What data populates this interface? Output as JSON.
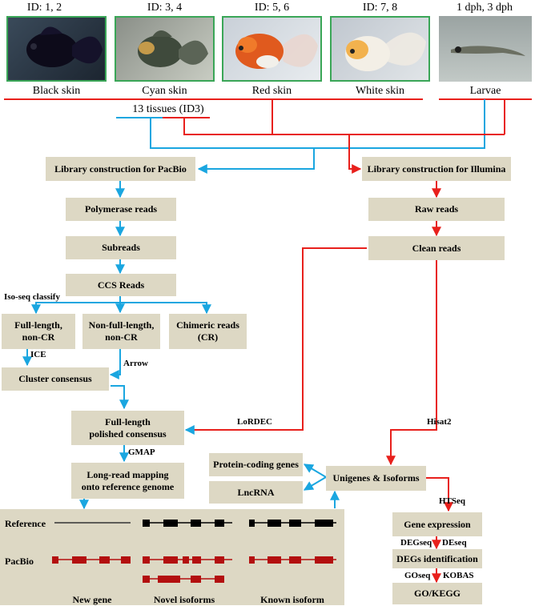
{
  "samples": [
    {
      "id": "ID: 1, 2",
      "label": "Black skin",
      "icon": "black-goldfish-photo"
    },
    {
      "id": "ID: 3, 4",
      "label": "Cyan skin",
      "icon": "cyan-goldfish-photo"
    },
    {
      "id": "ID: 5, 6",
      "label": "Red skin",
      "icon": "red-goldfish-photo"
    },
    {
      "id": "ID: 7, 8",
      "label": "White skin",
      "icon": "white-goldfish-photo"
    },
    {
      "id": "1 dph, 3 dph",
      "label": "Larvae",
      "icon": "larvae-photo"
    }
  ],
  "tissues_label": "13 tissues (ID3)",
  "pacbio": {
    "library": "Library construction for PacBio",
    "polymerase": "Polymerase reads",
    "subreads": "Subreads",
    "ccs": "CCS Reads",
    "classify_label": "Iso-seq classify",
    "full_length": "Full-length,\nnon-CR",
    "non_full_length": "Non-full-length,\nnon-CR",
    "chimeric": "Chimeric reads\n(CR)",
    "ice_label": "ICE",
    "arrow_label": "Arrow",
    "cluster": "Cluster consensus",
    "polished": "Full-length\npolished consensus",
    "gmap_label": "GMAP",
    "mapping": "Long-read mapping\nonto reference genome"
  },
  "illumina": {
    "library": "Library construction for Illumina",
    "raw": "Raw reads",
    "clean": "Clean reads",
    "lordec_label": "LoRDEC",
    "hisat_label": "Hisat2",
    "unigenes": "Unigenes & Isoforms",
    "protein": "Protein-coding genes",
    "lncrna": "LncRNA",
    "htseq_label": "HTSeq",
    "gene_expr": "Gene expression",
    "degseq_label": "DEGseq",
    "deseq_label": "DEseq",
    "degs": "DEGs identification",
    "goseq_label": "GOseq",
    "kobas_label": "KOBAS",
    "gokegg": "GO/KEGG"
  },
  "bottom_panel": {
    "reference_label": "Reference",
    "pacbio_label": "PacBio",
    "new_gene": "New gene",
    "novel_isoforms": "Novel isoforms",
    "known_isoform": "Known isoform"
  },
  "colors": {
    "box_fill": "#ddd8c4",
    "pacbio_arrow": "#1aa6e0",
    "illumina_arrow": "#e8201c",
    "photo_border": "#3aa657",
    "exon_black": "#000000",
    "exon_red": "#b30f0f"
  }
}
